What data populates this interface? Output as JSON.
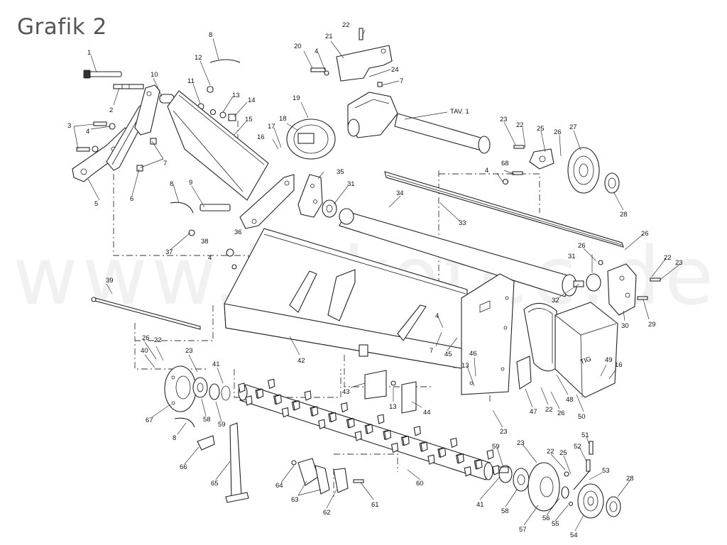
{
  "title": "Grafik 2",
  "watermark": "www.kokotec.de",
  "shield_brand": "TIG",
  "part_labels": {
    "p1": "1",
    "p2": "2",
    "p3": "3",
    "p4a": "4",
    "p4b": "4",
    "p5": "5",
    "p6": "6",
    "p7a": "7",
    "p8a": "8",
    "p9": "9",
    "p10": "10",
    "p11": "11",
    "p12": "12",
    "p13a": "13",
    "p14": "14",
    "p15": "15",
    "p16a": "16",
    "p17": "17",
    "p18": "18",
    "p19": "19",
    "p20": "20",
    "p4c": "4",
    "p21": "21",
    "p22a": "22",
    "p24": "24",
    "p7b": "7",
    "tav1": "TAV. 1",
    "p23a": "23",
    "p22b": "22",
    "p25a": "25",
    "p26a": "26",
    "p27": "27",
    "p4d": "4",
    "p68": "68",
    "p28a": "28",
    "p35": "35",
    "p31a": "31",
    "p34": "34",
    "p33": "33",
    "p8b": "8",
    "p36": "36",
    "p37": "37",
    "p38": "38",
    "p4e": "4",
    "p26b": "26",
    "p26c": "26",
    "p31b": "31",
    "p22c": "22",
    "p23b": "23",
    "p32": "32",
    "p29": "29",
    "p30": "30",
    "p39": "39",
    "p42": "42",
    "p4f": "4",
    "p7c": "7",
    "p45": "45",
    "p46": "46",
    "p13b": "13",
    "p13c": "13",
    "p43": "43",
    "p44": "44",
    "p47": "47",
    "p22d": "22",
    "p26d": "26",
    "p48": "48",
    "p49": "49",
    "p16b": "16",
    "p50": "50",
    "p26e": "26",
    "p22e": "22",
    "p40": "40",
    "p23c": "23",
    "p41a": "41",
    "p67": "67",
    "p58a": "58",
    "p59a": "59",
    "p8c": "8",
    "p23d": "23",
    "p66": "66",
    "p65": "65",
    "p64": "64",
    "p63": "63",
    "p62": "62",
    "p61": "61",
    "p60": "60",
    "p59b": "59",
    "p23e": "23",
    "p41b": "41",
    "p58b": "58",
    "p57": "57",
    "p56": "56",
    "p55": "55",
    "p54": "54",
    "p22f": "22",
    "p25b": "25",
    "p51": "51",
    "p52": "52",
    "p53": "53",
    "p28b": "28"
  }
}
